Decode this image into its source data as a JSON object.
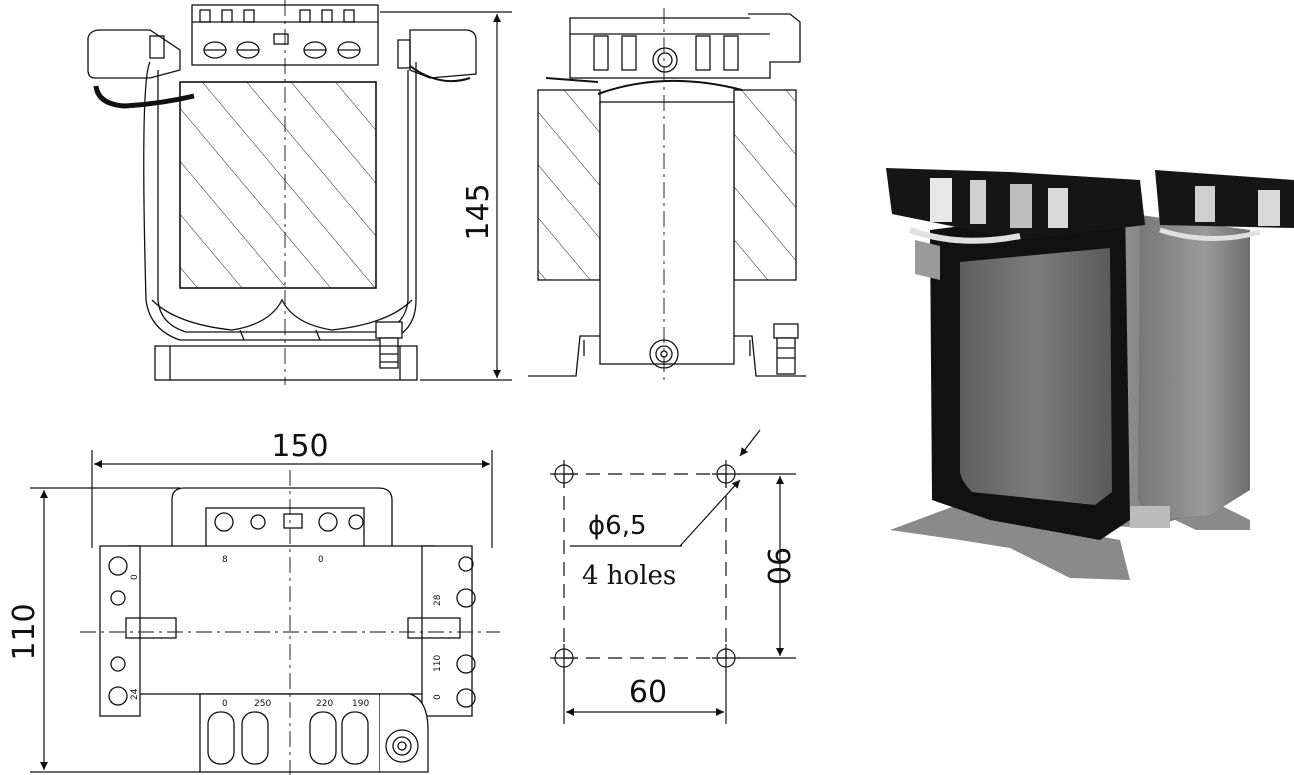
{
  "views": {
    "front": {
      "height_dim": "145"
    },
    "top": {
      "width_dim": "150",
      "depth_dim": "110"
    },
    "mounting": {
      "hole_diameter": "ϕ6,5",
      "holes_note": "4 holes",
      "spacing_vertical": "90",
      "spacing_horizontal": "60"
    }
  },
  "terminals": {
    "top_block": [
      "8",
      "0"
    ],
    "bottom_block": [
      "0",
      "250",
      "220",
      "190"
    ],
    "left_side": [
      "0",
      "24"
    ],
    "right_side": [
      "28",
      "110",
      "0"
    ]
  },
  "photo": {
    "icon": "transformer-photo-icon"
  }
}
